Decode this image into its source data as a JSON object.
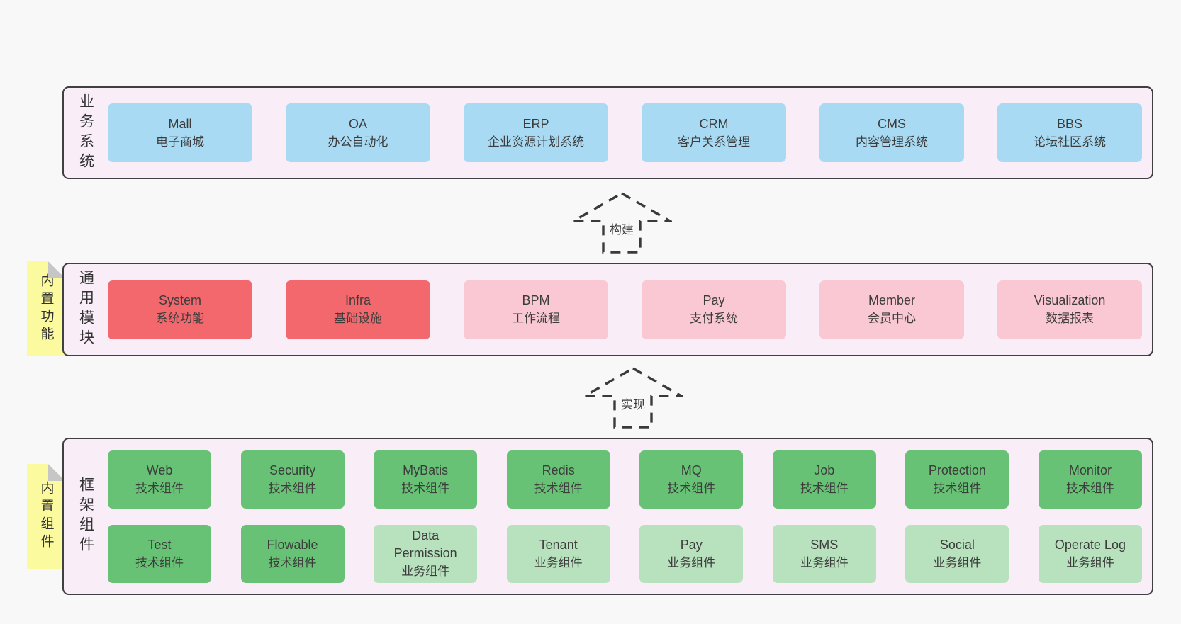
{
  "colors": {
    "page_bg": "#f8f8f8",
    "band_bg": "#f9eef8",
    "band_border": "#404040",
    "blue": "#a8daf3",
    "red": "#f2686d",
    "pink": "#fac8d2",
    "green": "#68c275",
    "green_light": "#b7e2bd",
    "sticky_yellow": "#fbfa9e",
    "fold_gray": "#c6c6c6",
    "arrow_stroke": "#3a3a3a"
  },
  "bands": [
    {
      "id": "business-systems",
      "label": "业务系统",
      "boxes": [
        {
          "en": "Mall",
          "zh": "电子商城"
        },
        {
          "en": "OA",
          "zh": "办公自动化"
        },
        {
          "en": "ERP",
          "zh": "企业资源计划系统"
        },
        {
          "en": "CRM",
          "zh": "客户关系管理"
        },
        {
          "en": "CMS",
          "zh": "内容管理系统"
        },
        {
          "en": "BBS",
          "zh": "论坛社区系统"
        }
      ]
    },
    {
      "id": "common-modules",
      "label": "通用模块",
      "sticky": "内置功能",
      "boxes": [
        {
          "en": "System",
          "zh": "系统功能"
        },
        {
          "en": "Infra",
          "zh": "基础设施"
        },
        {
          "en": "BPM",
          "zh": "工作流程"
        },
        {
          "en": "Pay",
          "zh": "支付系统"
        },
        {
          "en": "Member",
          "zh": "会员中心"
        },
        {
          "en": "Visualization",
          "zh": "数据报表"
        }
      ]
    },
    {
      "id": "framework-components",
      "label": "框架组件",
      "sticky": "内置组件",
      "rows": [
        [
          {
            "en": "Web",
            "zh": "技术组件"
          },
          {
            "en": "Security",
            "zh": "技术组件"
          },
          {
            "en": "MyBatis",
            "zh": "技术组件"
          },
          {
            "en": "Redis",
            "zh": "技术组件"
          },
          {
            "en": "MQ",
            "zh": "技术组件"
          },
          {
            "en": "Job",
            "zh": "技术组件"
          },
          {
            "en": "Protection",
            "zh": "技术组件"
          },
          {
            "en": "Monitor",
            "zh": "技术组件"
          }
        ],
        [
          {
            "en": "Test",
            "zh": "技术组件"
          },
          {
            "en": "Flowable",
            "zh": "技术组件"
          },
          {
            "en": "Data Permission",
            "zh": "业务组件"
          },
          {
            "en": "Tenant",
            "zh": "业务组件"
          },
          {
            "en": "Pay",
            "zh": "业务组件"
          },
          {
            "en": "SMS",
            "zh": "业务组件"
          },
          {
            "en": "Social",
            "zh": "业务组件"
          },
          {
            "en": "Operate Log",
            "zh": "业务组件"
          }
        ]
      ]
    }
  ],
  "arrows": [
    {
      "label": "构建"
    },
    {
      "label": "实现"
    }
  ]
}
